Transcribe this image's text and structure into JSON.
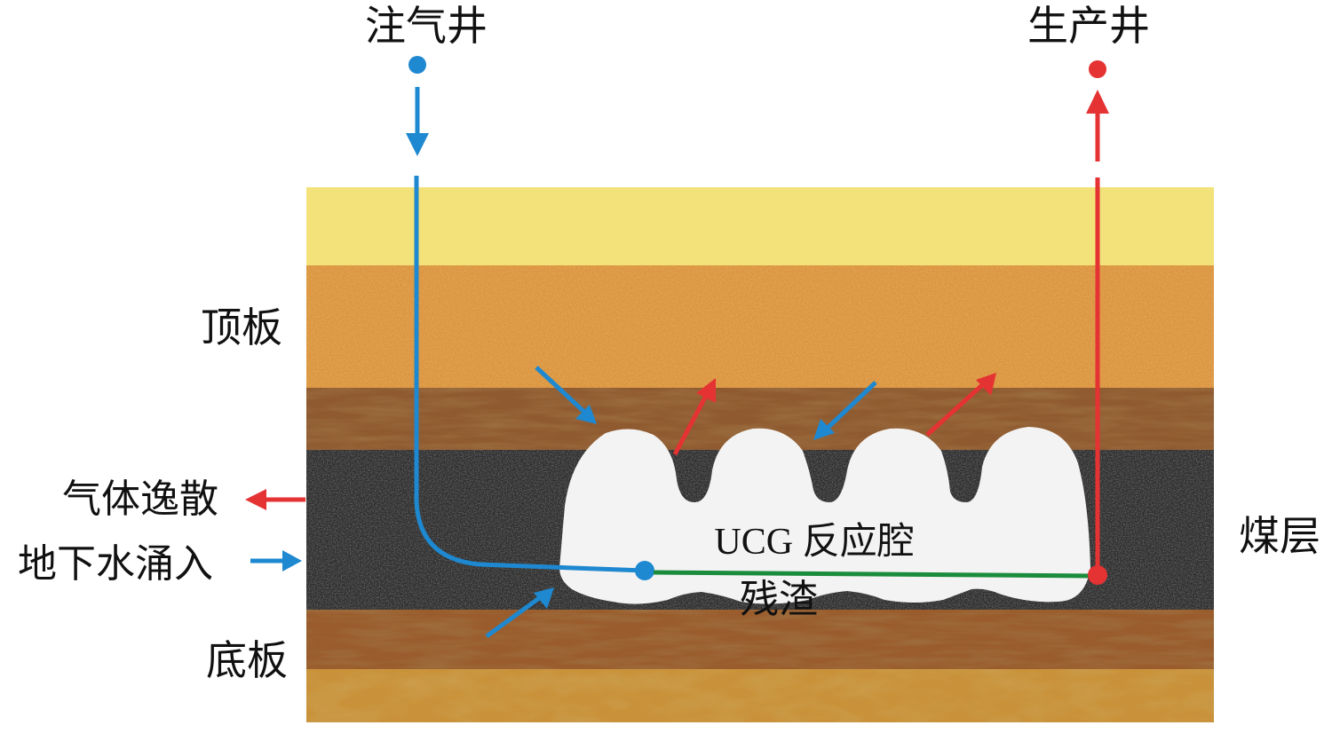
{
  "labels": {
    "injection_well": "注气井",
    "production_well": "生产井",
    "roof": "顶板",
    "floor": "底板",
    "coal_seam": "煤层",
    "gas_escape": "气体逸散",
    "groundwater_inflow": "地下水涌入",
    "reaction_cavity": "UCG 反应腔",
    "residue": "残渣"
  },
  "colors": {
    "injection_flow": "#1e88d0",
    "production_flow": "#e53232",
    "residue_line": "#1a8c3c",
    "top_sand_layer": "#f3e27a",
    "roof_rock": "#db9442",
    "upper_shale": "#8f5a30",
    "coal_seam": "#2e2e2e",
    "lower_shale": "#9a5c2c",
    "bottom_layer": "#c9923a",
    "cavity": "#f3f3f3"
  },
  "icons": {
    "inward_arrow": "blue-inward-arrow-icon",
    "outward_arrow": "red-outward-arrow-icon"
  }
}
